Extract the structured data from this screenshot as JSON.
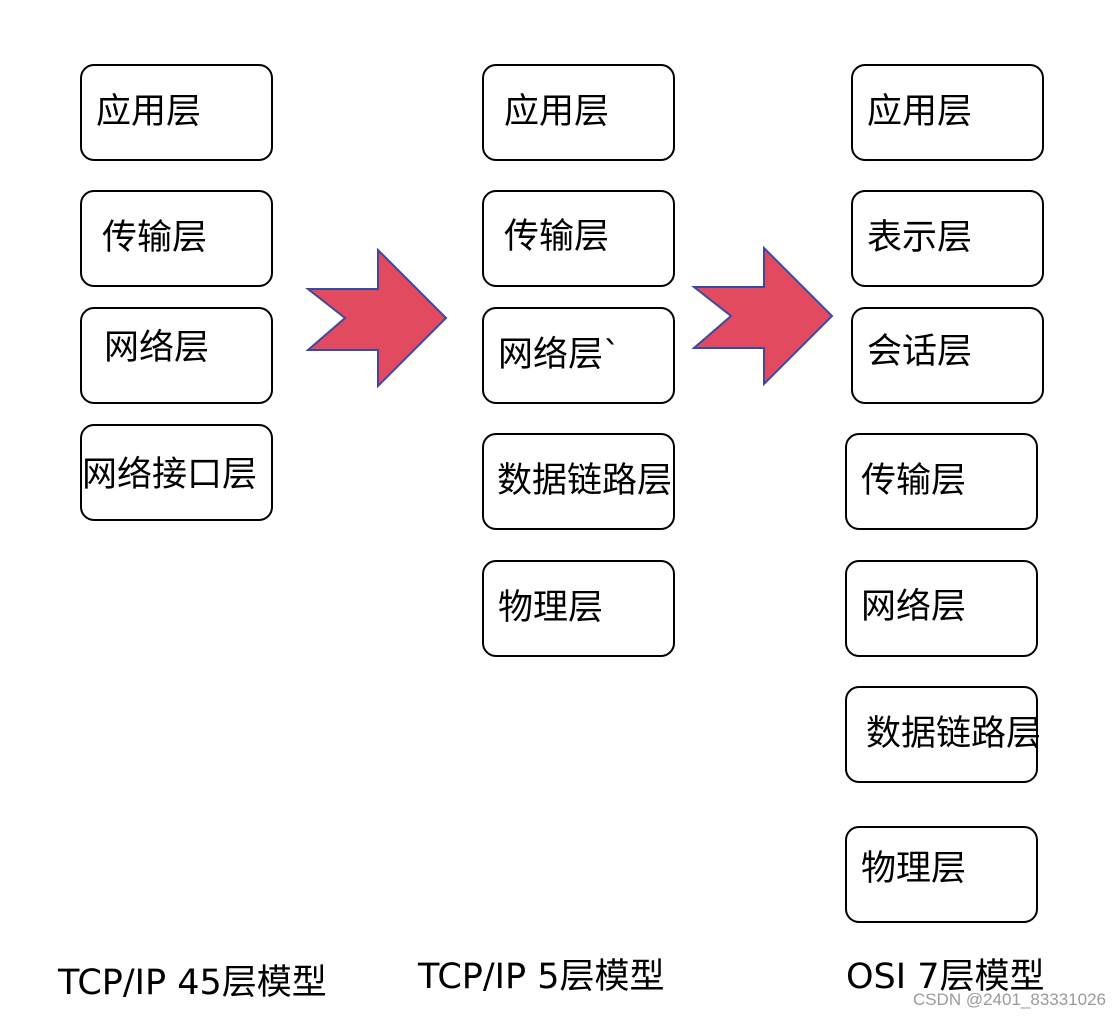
{
  "colors": {
    "arrow_fill": "#e24a5f",
    "arrow_stroke": "#3b4aa0",
    "box_border": "#000000",
    "watermark": "#9a9a9a"
  },
  "columns": [
    {
      "name": "TCP/IP 45层模型",
      "caption": "TCP/IP 45层模型",
      "layers": [
        "应用层",
        "传输层",
        "网络层",
        "网络接口层"
      ]
    },
    {
      "name": "TCP/IP 5层模型",
      "caption": "TCP/IP 5层模型",
      "layers": [
        "应用层",
        "传输层",
        "网络层`",
        "数据链路层",
        "物理层"
      ]
    },
    {
      "name": "OSI 7层模型",
      "caption": "OSI 7层模型",
      "layers": [
        "应用层",
        "表示层",
        "会话层",
        "传输层",
        "网络层",
        "数据链路层",
        "物理层"
      ]
    }
  ],
  "arrows": [
    {
      "icon": "right-arrow-icon"
    },
    {
      "icon": "right-arrow-icon"
    }
  ],
  "watermark": "CSDN @2401_83331026"
}
